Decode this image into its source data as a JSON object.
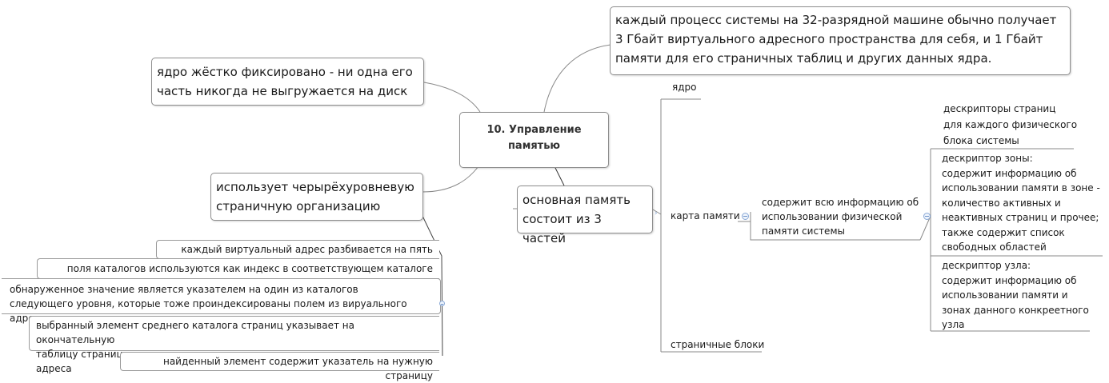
{
  "central": {
    "title": "10. Управление\nпамятью"
  },
  "top_right": "каждый процесс системы на 32-разрядной машине обычно получает\n3 Гбайт виртуального адресного пространства для себя, и 1 Гбайт\nпамяти для его страничных таблиц и других данных ядра.",
  "top_left": "ядро жёстко фиксировано - ни одна его\nчасть никогда не выгружается на диск",
  "left_mid": "использует черырёхуровневую\nстраничную организацию",
  "left_leaves": [
    "каждый виртуальный адрес разбивается на пять полей",
    "поля каталогов используются как индекс в соответствующем каталоге страниц",
    "обнаруженное значение является указателем на один из каталогов\nследующего уровня, которые тоже проиндексированы полем из вируального адреса",
    "выбранный элемент среднего каталога страниц указывает на окончательную\nтаблицу страниц, проиндексированную полем страницы из виртуального адреса",
    "найденный элемент содержит указатель на нужную страницу"
  ],
  "main_memory": "основная память\nсостоит из 3 частей",
  "parts": {
    "kernel": "ядро",
    "memory_map": "карта памяти",
    "page_blocks": "страничные блоки"
  },
  "memory_map_desc": "содержит всю информацию об\nиспользовании физической\nпамяти системы",
  "descriptors": [
    "дескрипторы страниц\nдля каждого физического\nблока системы",
    "дескриптор зоны:\nсодержит информацию об\nиспользовании памяти в зоне -\nколичество активных и\nнеактивных страниц и прочее;\nтакже содержит список\nсвободных областей",
    "дескриптор узла:\nсодержит информацию об\nиспользовании памяти и\nзонах данного конкреетного\nузла"
  ]
}
